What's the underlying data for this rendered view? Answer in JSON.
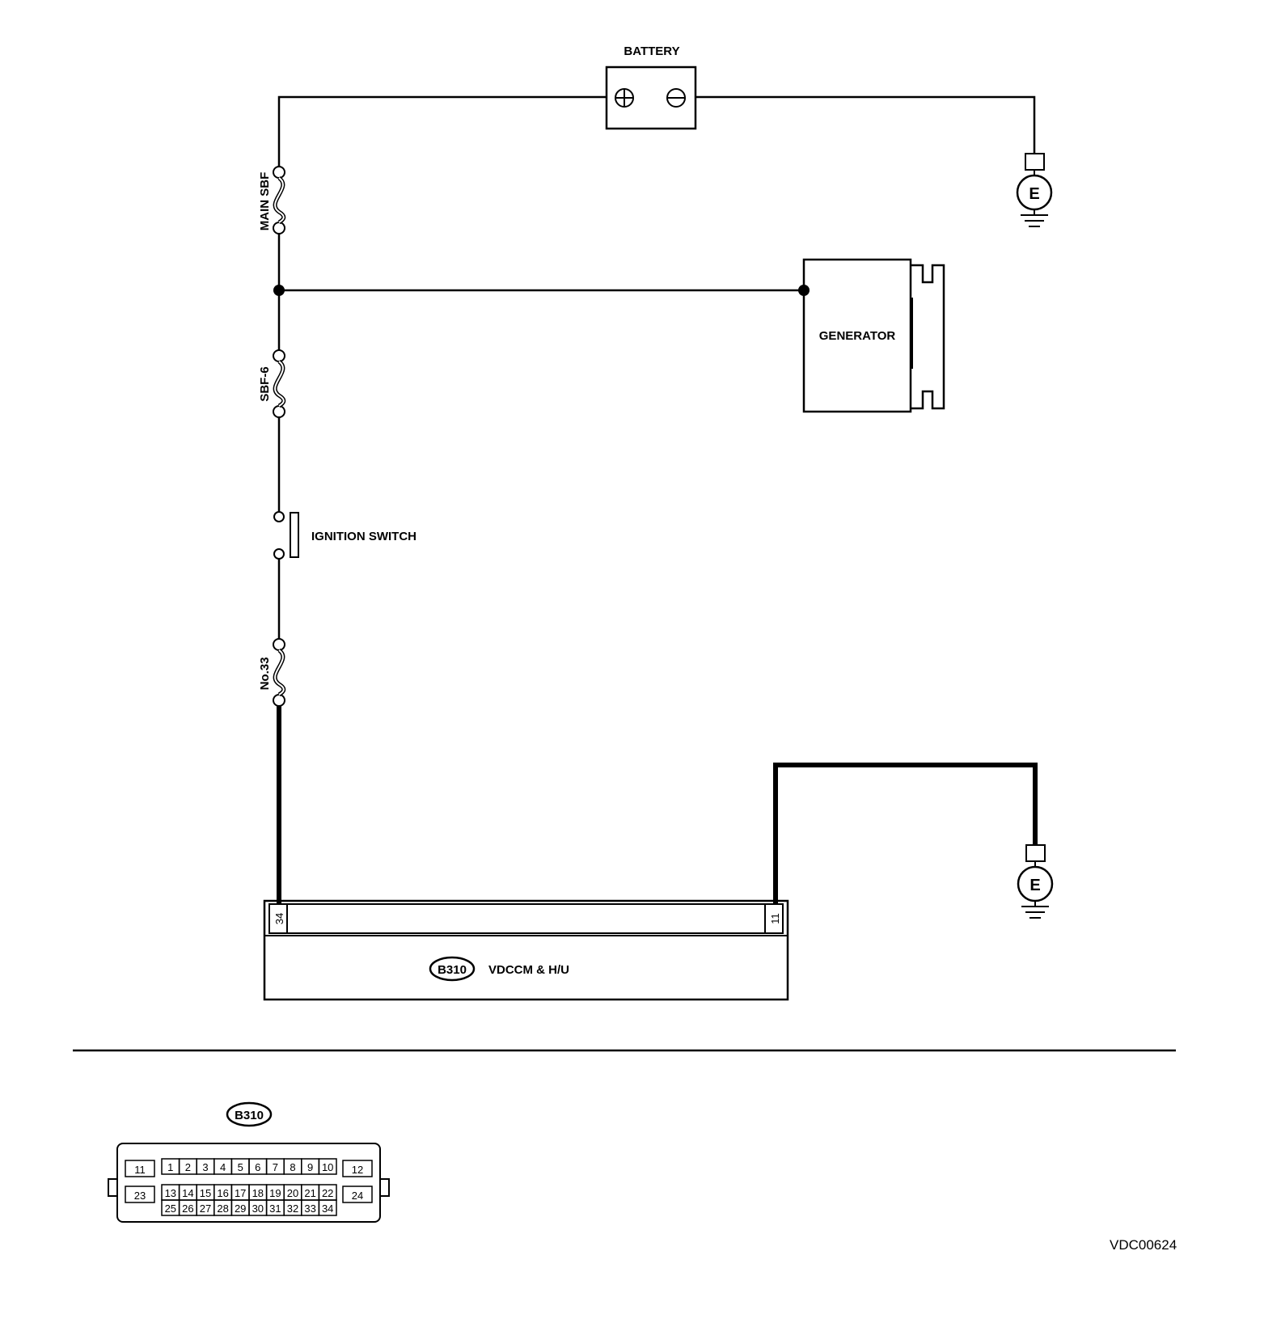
{
  "labels": {
    "battery": "BATTERY",
    "battery_pos": "⊕",
    "battery_neg": "⊖",
    "main_sbf": "MAIN SBF",
    "sbf6": "SBF-6",
    "ignition_switch": "IGNITION SWITCH",
    "fuse_no33": "No.33",
    "generator": "GENERATOR",
    "ground": "E",
    "connector_id": "B310",
    "module": "VDCCM & H/U",
    "pin_left": "34",
    "pin_right": "11",
    "diagram_code": "VDC00624"
  },
  "connector_face": {
    "id": "B310",
    "top_row": [
      "1",
      "2",
      "3",
      "4",
      "5",
      "6",
      "7",
      "8",
      "9",
      "10"
    ],
    "mid_row": [
      "13",
      "14",
      "15",
      "16",
      "17",
      "18",
      "19",
      "20",
      "21",
      "22"
    ],
    "bottom_row": [
      "25",
      "26",
      "27",
      "28",
      "29",
      "30",
      "31",
      "32",
      "33",
      "34"
    ],
    "left_top": "11",
    "left_bottom": "23",
    "right_top": "12",
    "right_bottom": "24"
  }
}
